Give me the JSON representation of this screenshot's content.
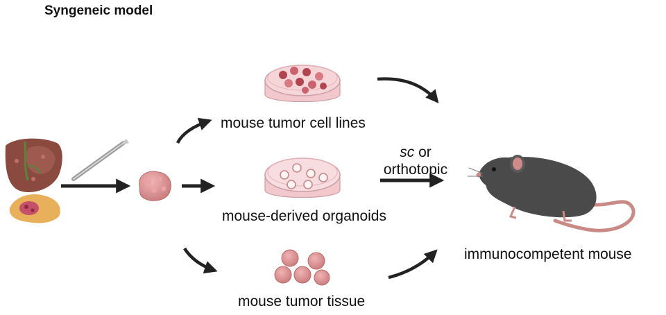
{
  "title": "Syngeneic model",
  "labels": {
    "cell_lines": "mouse tumor cell lines",
    "organoids": "mouse-derived organoids",
    "tissue": "mouse tumor tissue",
    "recipient": "immunocompetent mouse"
  },
  "route": {
    "line1_italic": "sc",
    "line1_rest": " or",
    "line2": "orthotopic"
  },
  "icons": [
    "liver-pancreas-icon",
    "scalpel-icon",
    "tumor-biopsy-icon",
    "petri-dish-cells-icon",
    "petri-dish-organoids-icon",
    "tumor-fragments-icon",
    "mouse-icon",
    "arrow-icon"
  ],
  "colors": {
    "liver": "#8a4a40",
    "pancreas": "#e8b05a",
    "tumor": "#d98a8a",
    "dish_fill": "#f6d5d8",
    "mouse_body": "#4a4a4a",
    "mouse_ear": "#d08a8a",
    "arrow": "#222222"
  }
}
